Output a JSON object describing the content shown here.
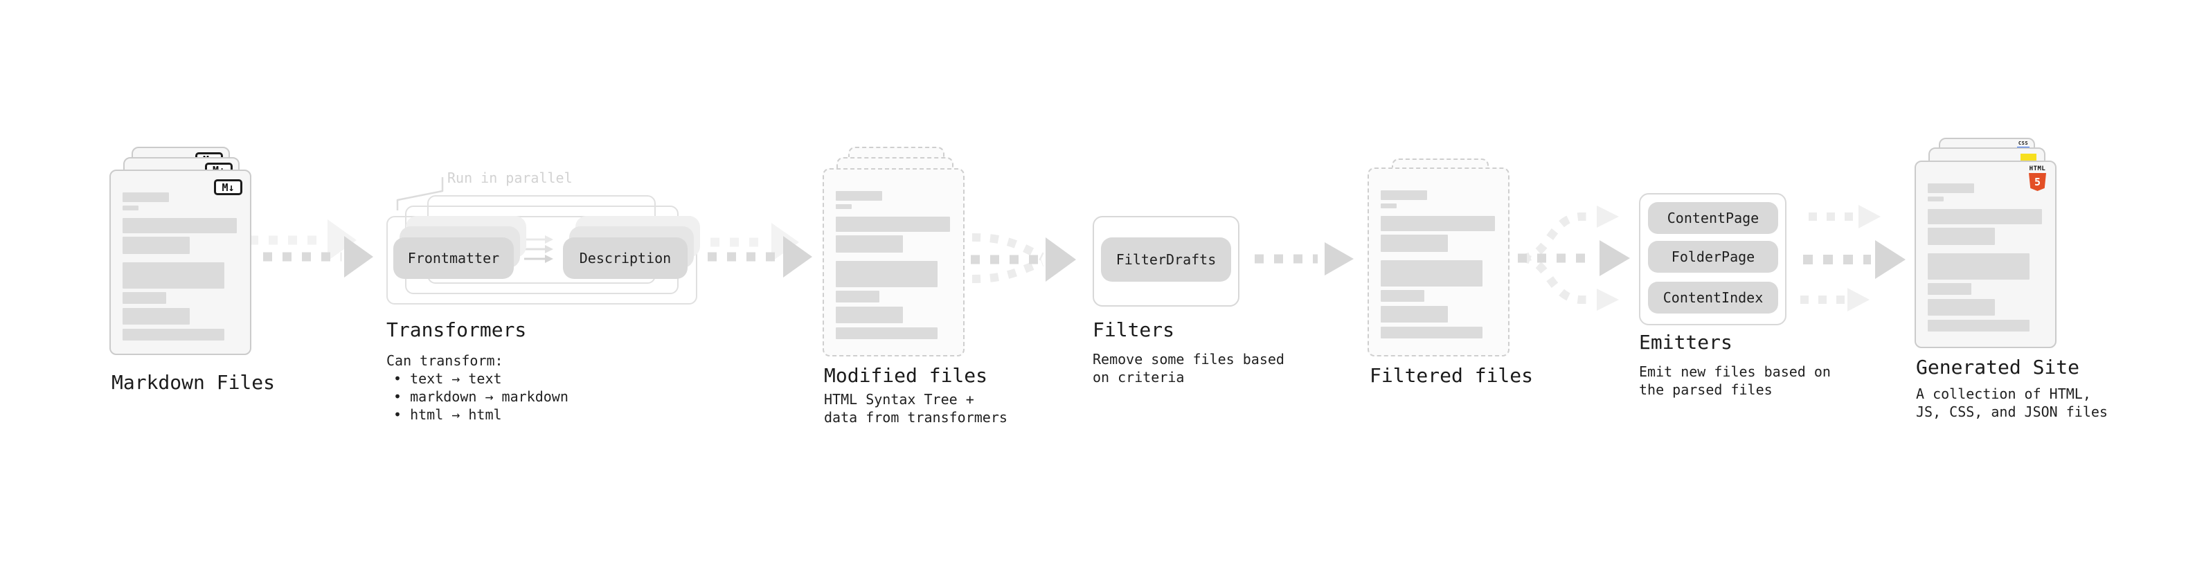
{
  "stages": [
    {
      "id": "markdown-files",
      "label": "Markdown Files"
    },
    {
      "id": "transformers",
      "label": "Transformers",
      "annotation": "Run in parallel",
      "pills": [
        "Frontmatter",
        "Description"
      ],
      "description": [
        "Can transform:",
        "• text → text",
        "• markdown → markdown",
        "• html → html"
      ]
    },
    {
      "id": "modified-files",
      "label": "Modified files",
      "description": [
        "HTML Syntax Tree +",
        "data from transformers"
      ]
    },
    {
      "id": "filters",
      "label": "Filters",
      "pills": [
        "FilterDrafts"
      ],
      "description": [
        "Remove some files based",
        "on criteria"
      ]
    },
    {
      "id": "filtered-files",
      "label": "Filtered files"
    },
    {
      "id": "emitters",
      "label": "Emitters",
      "pills": [
        "ContentPage",
        "FolderPage",
        "ContentIndex"
      ],
      "description": [
        "Emit new files based on",
        "the parsed files"
      ]
    },
    {
      "id": "generated-site",
      "label": "Generated Site",
      "description": [
        "A collection of HTML,",
        "JS, CSS, and JSON files"
      ]
    }
  ],
  "icons": {
    "markdown_label": "M↓",
    "html5_label": "HTML",
    "html5_number": "5",
    "css_label": "CSS"
  },
  "colors": {
    "html5_orange": "#e34f26",
    "js_yellow": "#f7df1e",
    "css_blue": "#2f6bf2",
    "card_fill": "#f6f6f6",
    "bar_gray": "#dbdbdb",
    "pill_gray": "#d9d9d9",
    "arrow_gray": "#d6d6d6",
    "arrow_light": "#f0f0f0",
    "note_gray": "#d2d2d2"
  }
}
